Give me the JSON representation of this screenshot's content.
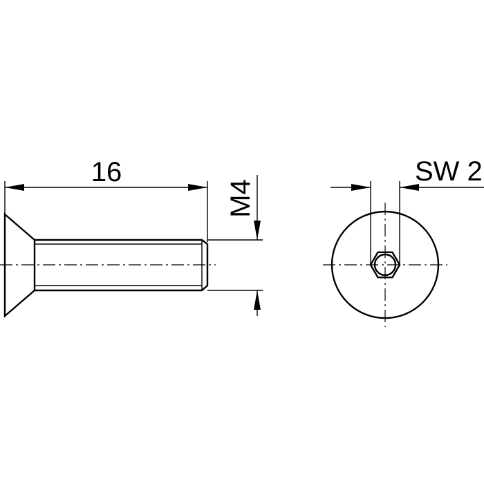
{
  "drawing": {
    "length_label": "16",
    "thread_label": "M4",
    "wrench_label": "SW 2"
  }
}
